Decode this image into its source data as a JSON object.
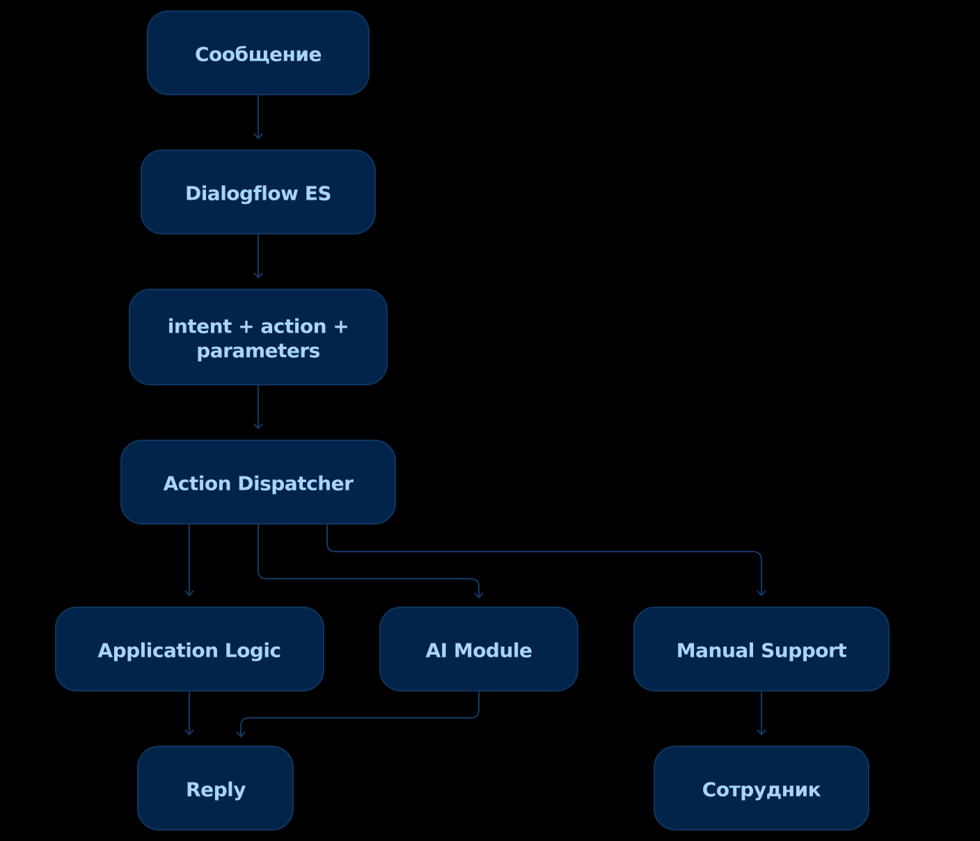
{
  "nodes": [
    {
      "id": "message",
      "label": "Сообщение"
    },
    {
      "id": "dialogflow",
      "label": "Dialogflow ES"
    },
    {
      "id": "intent",
      "label_line1": "intent + action +",
      "label_line2": "parameters"
    },
    {
      "id": "dispatcher",
      "label": "Action Dispatcher"
    },
    {
      "id": "applogic",
      "label": "Application Logic"
    },
    {
      "id": "aimodule",
      "label": "AI Module"
    },
    {
      "id": "manual",
      "label": "Manual Support"
    },
    {
      "id": "reply",
      "label": "Reply"
    },
    {
      "id": "employee",
      "label": "Сотрудник"
    }
  ],
  "edges": [
    {
      "from": "message",
      "to": "dialogflow"
    },
    {
      "from": "dialogflow",
      "to": "intent"
    },
    {
      "from": "intent",
      "to": "dispatcher"
    },
    {
      "from": "dispatcher",
      "to": "applogic"
    },
    {
      "from": "dispatcher",
      "to": "aimodule"
    },
    {
      "from": "dispatcher",
      "to": "manual"
    },
    {
      "from": "applogic",
      "to": "reply"
    },
    {
      "from": "aimodule",
      "to": "reply"
    },
    {
      "from": "manual",
      "to": "employee"
    }
  ],
  "colors": {
    "background": "#000000",
    "node_fill": "#03244a",
    "node_text": "#a9d4fb",
    "edge": "#123a66"
  }
}
